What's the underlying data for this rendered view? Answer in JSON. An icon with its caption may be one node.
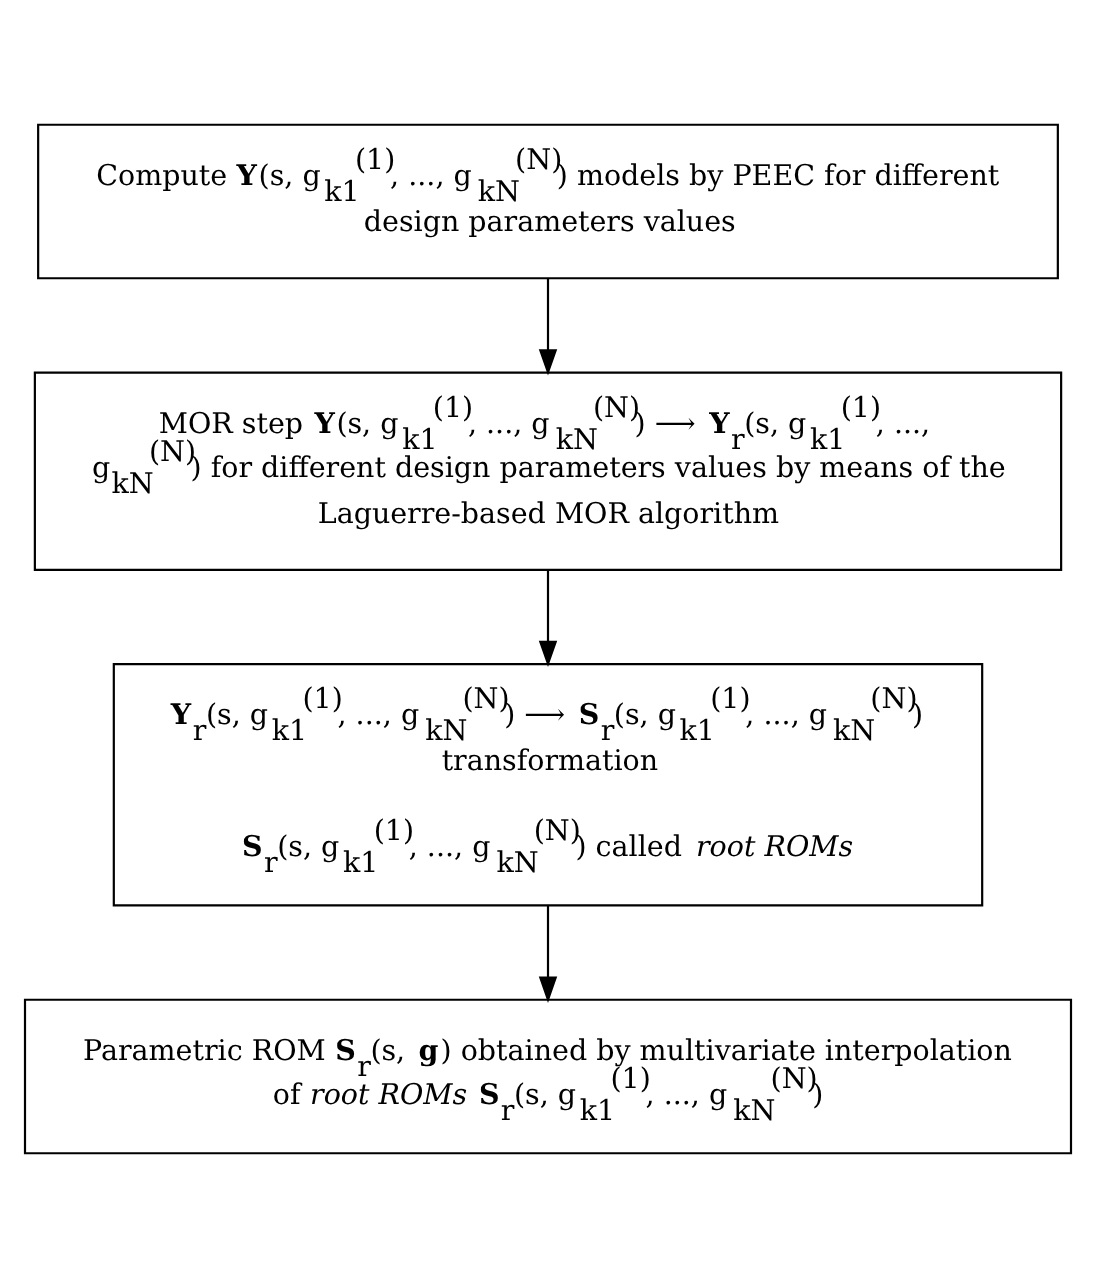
{
  "diagram": {
    "nodes": [
      {
        "text": [
          "Compute **Y**(s, g$_{k1}$$^{(1)}$, ..., g$_{kN}$$^{(N)}$) models by PEEC for different design parameters values"
        ]
      },
      {
        "text": [
          "MOR step **Y**(s, g$_{k1}$$^{(1)}$, ..., g$_{kN}$$^{(N)}$) ⟶ **Y**$_{r}$(s, g$_{k1}$$^{(1)}$, ..., g$_{kN}$$^{(N)}$) for different design parameters values by means of the Laguerre-based MOR algorithm"
        ]
      },
      {
        "text": [
          "**Y**$_{r}$(s, g$_{k1}$$^{(1)}$, ..., g$_{kN}$$^{(N)}$) ⟶ **S**$_{r}$(s, g$_{k1}$$^{(1)}$, ..., g$_{kN}$$^{(N)}$) transformation",
          "**S**$_{r}$(s, g$_{k1}$$^{(1)}$, ..., g$_{kN}$$^{(N)}$) called *root ROMs*"
        ]
      },
      {
        "text": [
          "Parametric ROM **S**$_{r}$(s, **g**) obtained by multivariate interpolation of *root ROMs* **S**$_{r}$(s, g$_{k1}$$^{(1)}$, ..., g$_{kN}$$^{(N)}$)"
        ]
      }
    ],
    "edges": [
      {
        "from": 0,
        "to": 1,
        "arrow": "to"
      },
      {
        "from": 1,
        "to": 2,
        "arrow": "to"
      },
      {
        "from": 2,
        "to": 3,
        "arrow": "to"
      }
    ]
  }
}
